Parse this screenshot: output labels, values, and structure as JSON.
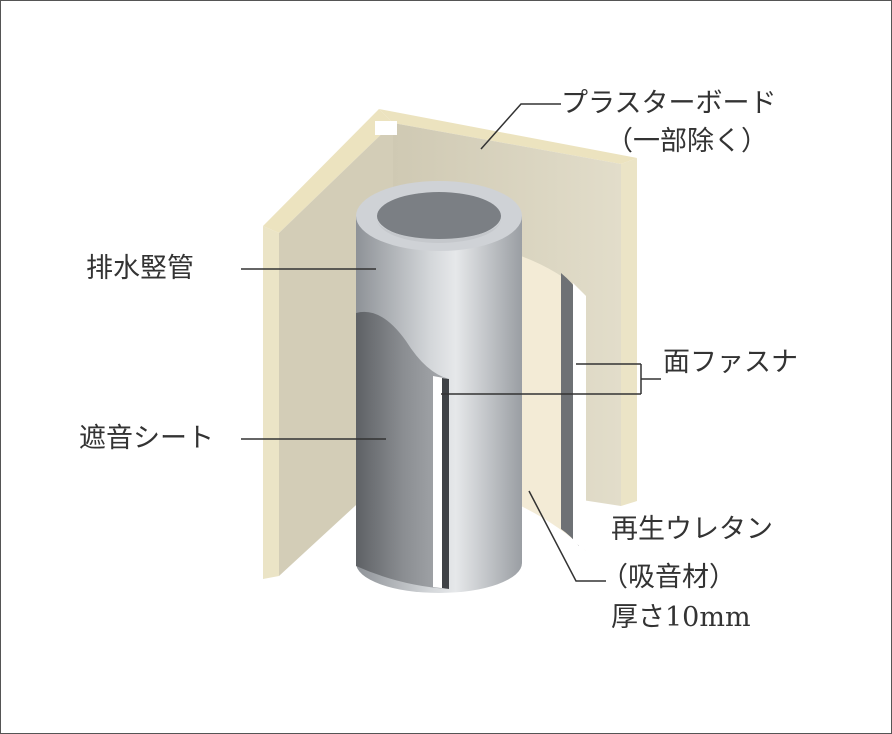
{
  "labels": {
    "plasterboard": "プラスターボード",
    "plasterboard_note": "（一部除く）",
    "drain_pipe": "排水竪管",
    "fastener": "面ファスナ",
    "sound_sheet": "遮音シート",
    "urethane": "再生ウレタン",
    "urethane_note": "（吸音材）",
    "thickness": "厚さ10mm"
  },
  "colors": {
    "board_face": "#dcd6c2",
    "board_edge": "#ece3bf",
    "pipe": "#b9bdc2",
    "sheet": "#7d8084",
    "foam": "#f3ebd6",
    "line": "#333333"
  }
}
